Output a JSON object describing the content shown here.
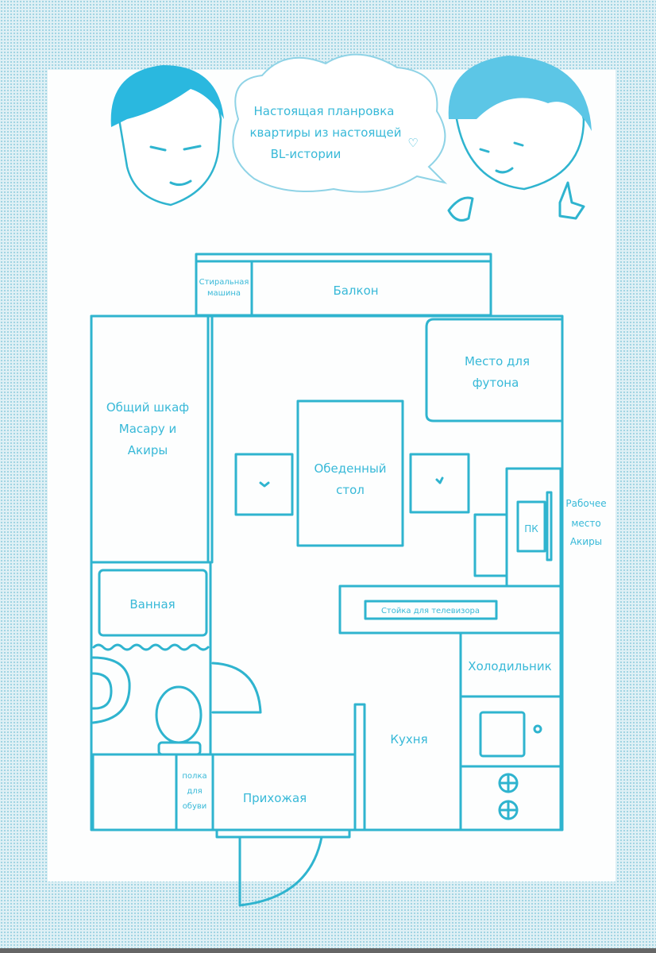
{
  "bubble": {
    "line1": "Настоящая планровка",
    "line2": "квартиры из настоящей",
    "line3": "BL-истории"
  },
  "rooms": {
    "washer_1": "Стиральная",
    "washer_2": "машина",
    "balcony": "Балкон",
    "closet_1": "Общий шкаф",
    "closet_2": "Масару и",
    "closet_3": "Акиры",
    "futon_1": "Место для",
    "futon_2": "футона",
    "table_1": "Обеденный",
    "table_2": "стол",
    "pc": "ПК",
    "workplace_1": "Рабочее",
    "workplace_2": "место",
    "workplace_3": "Акиры",
    "bath": "Ванная",
    "tv_stand": "Стойка для телевизора",
    "fridge": "Холодильник",
    "kitchen": "Кухня",
    "shoe_1": "полка",
    "shoe_2": "для",
    "shoe_3": "обуви",
    "hallway": "Прихожая"
  },
  "colors": {
    "line": "#2fb4cf",
    "text": "#38b9d8"
  }
}
